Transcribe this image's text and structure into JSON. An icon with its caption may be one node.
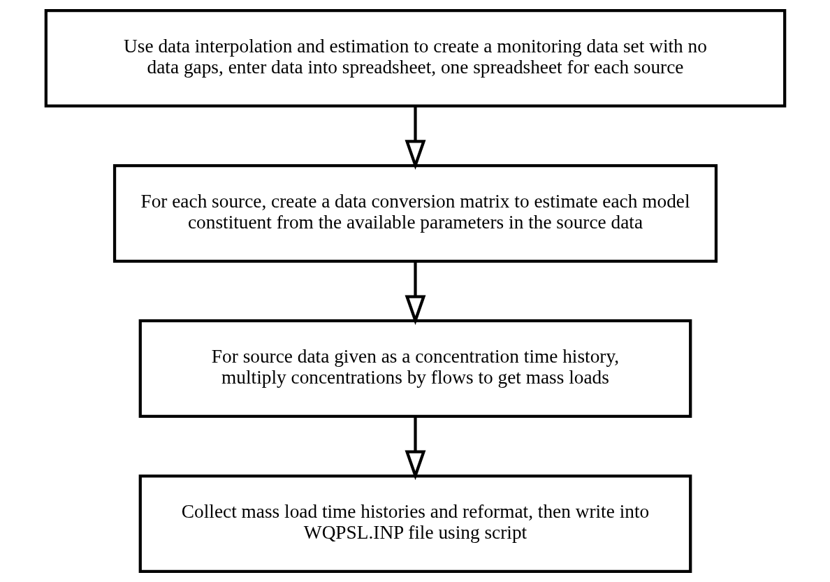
{
  "diagram": {
    "nodes": [
      {
        "text": [
          "Use data interpolation and estimation to create a monitoring data set with no data gaps, enter data into spreadsheet, one spreadsheet for each source"
        ]
      },
      {
        "text": [
          "For each source, create a data conversion matrix to estimate each model constituent from the available parameters in the source data"
        ]
      },
      {
        "text": [
          "For source data given as a concentration time history, multiply concentrations by flows to get mass loads"
        ]
      },
      {
        "text": [
          "Collect mass load time histories and reformat, then write into WQPSL.INP file using script"
        ]
      }
    ],
    "edges": [
      {
        "from": 0,
        "to": 1,
        "arrow": "to"
      },
      {
        "from": 1,
        "to": 2,
        "arrow": "to"
      },
      {
        "from": 2,
        "to": 3,
        "arrow": "to"
      }
    ]
  }
}
